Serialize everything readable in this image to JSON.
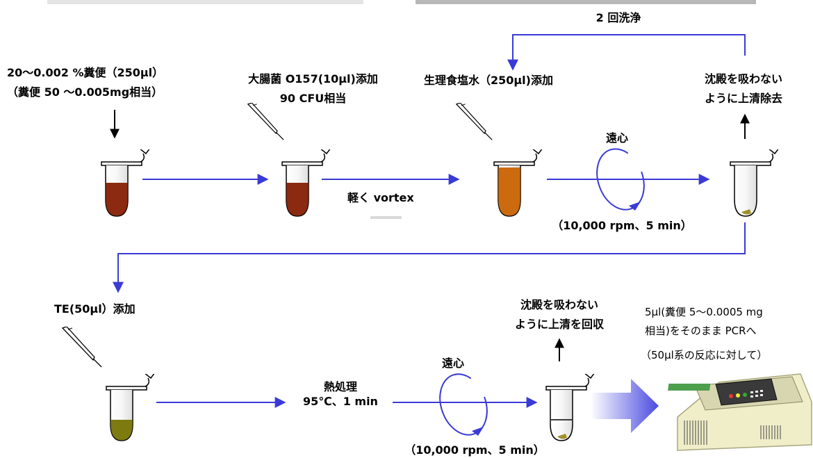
{
  "colors": {
    "flow_arrow": "#3a3ad6",
    "fecal_dark": "#8b2a10",
    "saline_orange": "#cc6a10",
    "te_olive": "#7d7a10",
    "pellet": "#a09028",
    "pcr_machine": "#f0eec8"
  },
  "steps": {
    "fecal_line1": "20～0.002 %糞便（250μl）",
    "fecal_line2": "（糞便 50 ～0.005mg相当）",
    "ecoli_line1": "大腸菌 O157(10μl)添加",
    "ecoli_line2": "90 CFU相当",
    "vortex": "軽く vortex",
    "saline": "生理食塩水（250μl)添加",
    "wash": "2 回洗浄",
    "remove_sup_line1": "沈殿を吸わない",
    "remove_sup_line2": "ように上清除去",
    "centrifuge1": "遠心",
    "centrifuge1_cond": "（10,000 rpm、5 min）",
    "te_add": "TE(50μl）添加",
    "heat": "熱処理",
    "heat_cond": "95℃、1 min",
    "centrifuge2": "遠心",
    "centrifuge2_cond": "（10,000 rpm、5 min）",
    "collect_sup_line1": "沈殿を吸わない",
    "collect_sup_line2": "ように上清を回収",
    "pcr_line1": "5μl(糞便 5～0.0005 mg",
    "pcr_line2": "相当)をそのまま PCRへ",
    "pcr_line3": "（50μl系の反応に対して）"
  },
  "icons": {
    "tube": "microcentrifuge-tube-icon",
    "pipette": "pipette-icon",
    "rotation": "rotation-arrow-icon",
    "pcr": "pcr-thermal-cycler-icon"
  }
}
